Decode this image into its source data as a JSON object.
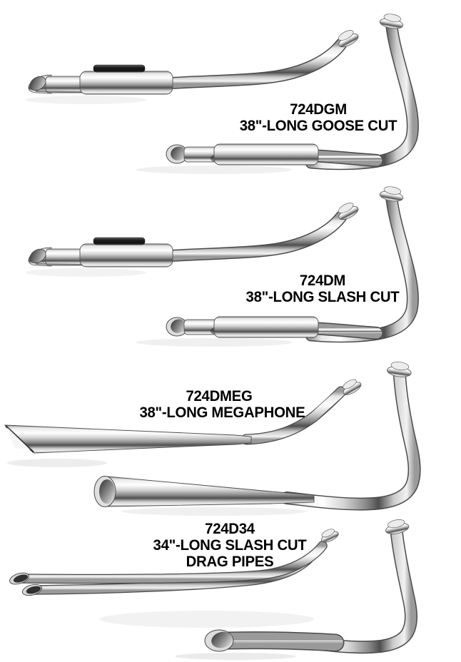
{
  "page": {
    "background_color": "#ffffff",
    "label_color": "#000000",
    "chrome_highlight_color": "#ffffff",
    "chrome_shadow_color": "#4a4a4a"
  },
  "products": [
    {
      "part_number": "724DGM",
      "description_line1": "38\"-LONG GOOSE CUT"
    },
    {
      "part_number": "724DM",
      "description_line1": "38\"-LONG SLASH CUT"
    },
    {
      "part_number": "724DMEG",
      "description_line1": "38\"-LONG MEGAPHONE"
    },
    {
      "part_number": "724D34",
      "description_line1": "34\"-LONG SLASH CUT",
      "description_line2": "DRAG PIPES"
    }
  ]
}
